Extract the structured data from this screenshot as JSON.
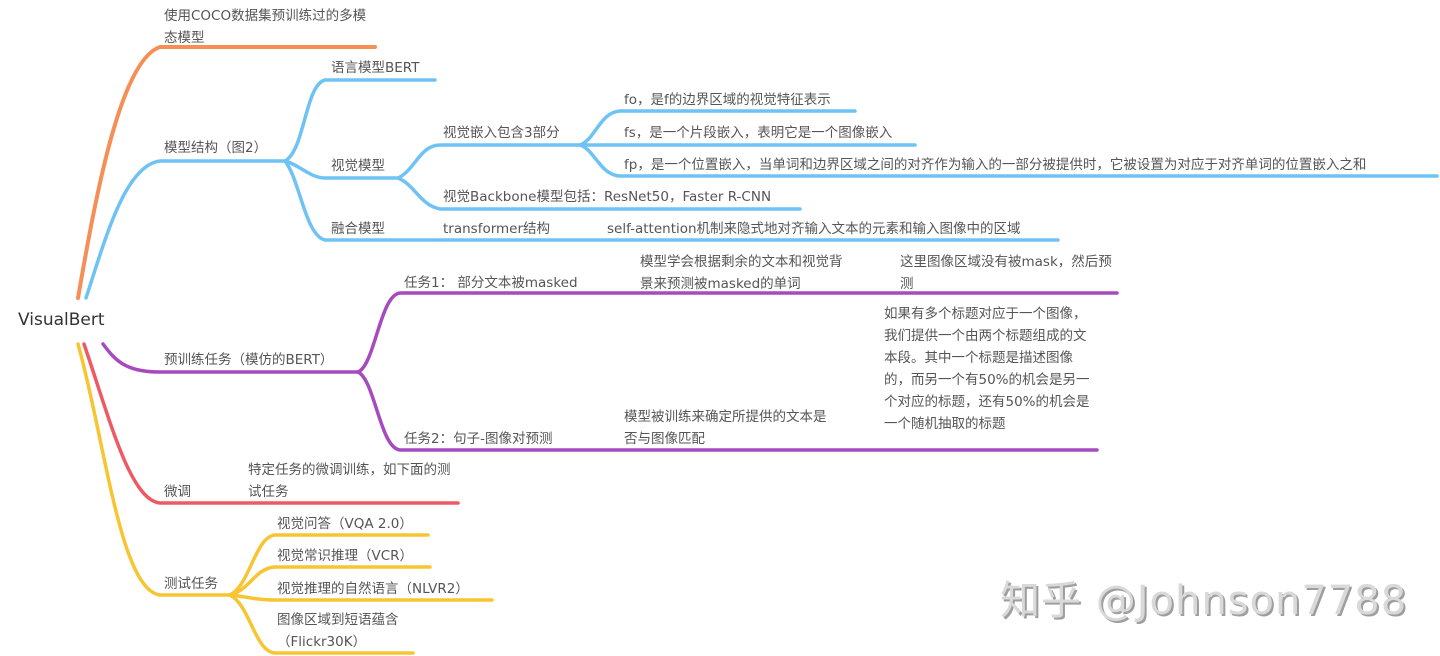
{
  "colors": {
    "orange": "#F58F55",
    "blue": "#6EC3F4",
    "purple": "#A54BBE",
    "red": "#EE5A64",
    "yellow": "#F7C531",
    "text": "#555555"
  },
  "root": {
    "label": "VisualBert"
  },
  "branches": {
    "coco": {
      "label": "使用COCO数据集预训练过的多模态模型"
    },
    "structure": {
      "label": "模型结构（图2）",
      "language": {
        "label": "语言模型BERT"
      },
      "visual": {
        "label": "视觉模型",
        "embedding": {
          "label": "视觉嵌入包含3部分",
          "fo": "fo，是f的边界区域的视觉特征表示",
          "fs": "fs，是一个片段嵌入，表明它是一个图像嵌入",
          "fp": "fp，是一个位置嵌入，当单词和边界区域之间的对齐作为输入的一部分被提供时，它被设置为对应于对齐单词的位置嵌入之和"
        },
        "backbone": "视觉Backbone模型包括：ResNet50，Faster R-CNN"
      },
      "fusion": {
        "label": "融合模型",
        "transformer": "transformer结构",
        "attention": "self-attention机制来隐式地对齐输入文本的元素和输入图像中的区域"
      }
    },
    "pretrain": {
      "label": "预训练任务（模仿的BERT）",
      "task1": {
        "label": "任务1： 部分文本被masked",
        "detail": "模型学会根据剩余的文本和视觉背景来预测被masked的单词",
        "note": "这里图像区域没有被mask，然后预测"
      },
      "task2": {
        "label": "任务2：句子-图像对预测",
        "detail": "模型被训练来确定所提供的文本是否与图像匹配",
        "note": "如果有多个标题对应于一个图像，我们提供一个由两个标题组成的文本段。其中一个标题是描述图像的，而另一个有50%的机会是另一个对应的标题，还有50%的机会是一个随机抽取的标题"
      }
    },
    "finetune": {
      "label": "微调",
      "detail": "特定任务的微调训练，如下面的测试任务"
    },
    "tests": {
      "label": "测试任务",
      "items": [
        "视觉问答（VQA 2.0）",
        "视觉常识推理（VCR）",
        "视觉推理的自然语言（NLVR2）",
        "图像区域到短语蕴含（Flickr30K）"
      ]
    }
  },
  "watermark": "知乎 @Johnson7788"
}
